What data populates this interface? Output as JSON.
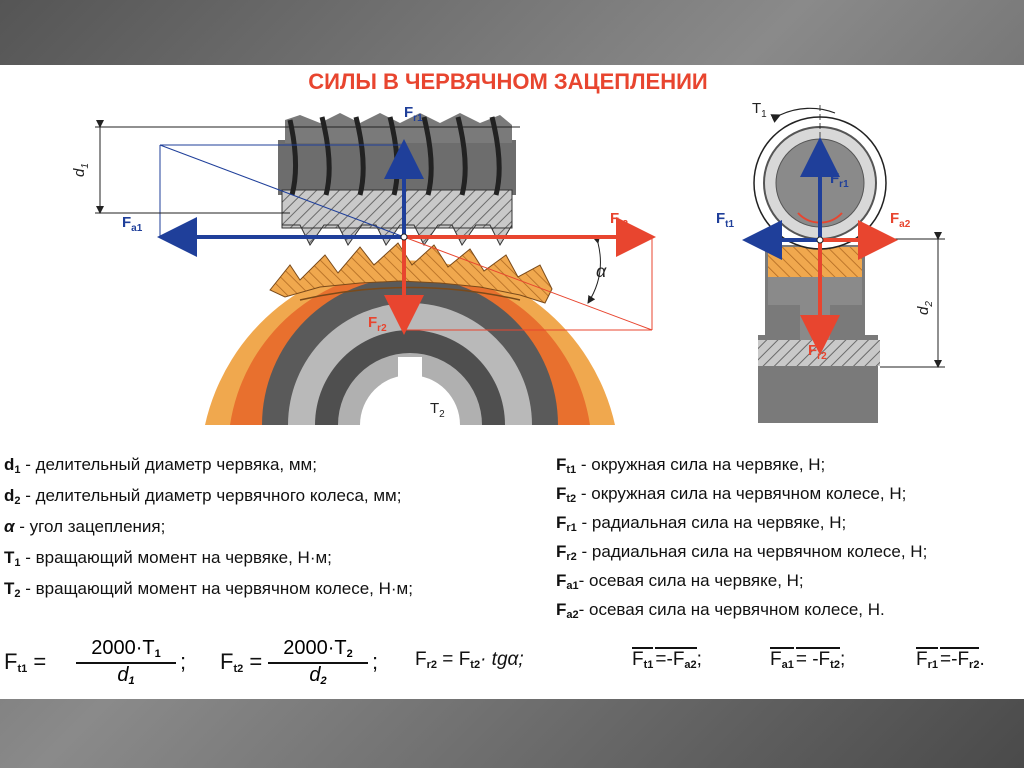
{
  "title": "СИЛЫ В ЧЕРВЯЧНОМ ЗАЦЕПЛЕНИИ",
  "diagram_labels": {
    "fr1": "F",
    "fr1_sub": "r1",
    "fa1": "F",
    "fa1_sub": "a1",
    "ft2": "F",
    "ft2_sub": "t2",
    "fr2": "F",
    "fr2_sub": "r2",
    "d1": "d",
    "d1_sub": "1",
    "d2": "d",
    "d2_sub": "2",
    "alpha": "α",
    "t1": "T",
    "t1_sub": "1",
    "t2": "T",
    "t2_sub": "2",
    "ft1": "F",
    "ft1_sub": "t1",
    "fa2": "F",
    "fa2_sub": "a2",
    "fr1_side": "F",
    "fr1_side_sub": "r1",
    "fr2_side": "F",
    "fr2_side_sub": "r2"
  },
  "legend_left": [
    {
      "sym": "d",
      "sub": "1",
      "text": " - делительный диаметр червяка, мм;"
    },
    {
      "sym": "d",
      "sub": "2",
      "text": " - делительный диаметр червячного колеса, мм;"
    },
    {
      "sym": "α",
      "sub": "",
      "text": "  - угол зацепления;"
    },
    {
      "sym": "T",
      "sub": "1",
      "text": " - вращающий момент на червяке, Н·м;"
    },
    {
      "sym": "T",
      "sub": "2",
      "text": " - вращающий момент на червячном колесе, Н·м;"
    }
  ],
  "legend_right": [
    {
      "sym": "F",
      "sub": "t1",
      "text": " - окружная сила на червяке, Н;"
    },
    {
      "sym": "F",
      "sub": "t2",
      "text": " - окружная сила на червячном колесе, Н;"
    },
    {
      "sym": "F",
      "sub": "r1",
      "text": " - радиальная сила на червяке, Н;"
    },
    {
      "sym": "F",
      "sub": "r2",
      "text": " - радиальная сила на червячном колесе, Н;"
    },
    {
      "sym": "F",
      "sub": "a1",
      "text": "- осевая сила на червяке, Н;"
    },
    {
      "sym": "F",
      "sub": "a2",
      "text": "- осевая сила на червячном колесе, Н."
    }
  ],
  "formulas": {
    "f1_lhs": "F",
    "f1_lhs_sub": "t1",
    "f1_eq": "=",
    "f1_num": "2000·T",
    "f1_num_sub": "1",
    "f1_den": "d",
    "f1_den_sub": "1",
    "f1_sep": ";",
    "f2_lhs": "F",
    "f2_lhs_sub": "t2",
    "f2_eq": "=",
    "f2_num": "2000·T",
    "f2_num_sub": "2",
    "f2_den": "d",
    "f2_den_sub": "2",
    "f2_sep": ";",
    "f3_lhs": "F",
    "f3_lhs_sub": "r2",
    "f3_eq": "=",
    "f3_rhs": "F",
    "f3_rhs_sub": "t2",
    "f3_tail": "· tgα;",
    "f4_a": "F",
    "f4_a_sub": "t1",
    "f4_b": "=-F",
    "f4_b_sub": "a2",
    "f4_end": ";",
    "f5_a": "F",
    "f5_a_sub": "a1",
    "f5_b": "= -F",
    "f5_b_sub": "t2",
    "f5_end": ";",
    "f6_a": "F",
    "f6_a_sub": "r1",
    "f6_b": "=-F",
    "f6_b_sub": "r2",
    "f6_end": "."
  },
  "colors": {
    "blue": "#1f3f9a",
    "red": "#e8452f",
    "orange": "#f0a84e",
    "darkgray": "#555555"
  }
}
